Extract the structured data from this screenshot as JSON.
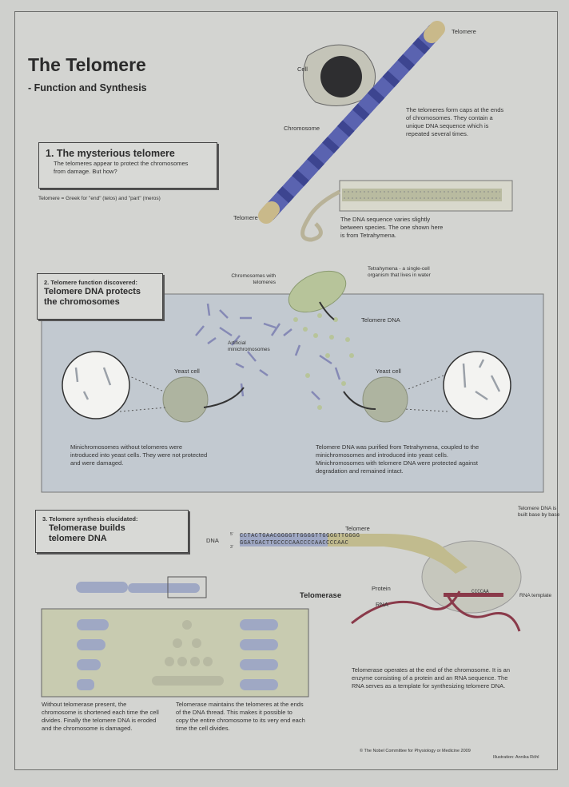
{
  "title": "The Telomere",
  "subtitle": "- Function and Synthesis",
  "section1": {
    "heading": "1. The mysterious telomere",
    "body": "The telomeres appear to protect the chromosomes from damage. But how?",
    "etymology": "Telomere = Greek for \"end\" (telos) and \"part\" (meros)",
    "labels": {
      "telomere_top": "Telomere",
      "cell": "Cell",
      "chromosome": "Chromosome",
      "telomere_bottom": "Telomere"
    },
    "caps_text": "The telomeres form caps at the ends of chromosomes. They contain a unique DNA sequence which is repeated several times.",
    "sequence_text": "The DNA sequence varies slightly between species. The one shown here is from Tetrahymena."
  },
  "section2": {
    "kicker": "2. Telomere function discovered:",
    "heading": "Telomere DNA protects the chromosomes",
    "labels": {
      "chromosomes_with_telomeres": "Chromosomes with telomeres",
      "tetrahymena": "Tetrahymena - a single-cell organism that lives in water",
      "telomere_dna": "Telomere DNA",
      "artificial": "Artificial minichromosomes",
      "yeast_left": "Yeast cell",
      "yeast_right": "Yeast cell"
    },
    "left_text": "Minichromosomes without telomeres were introduced into yeast cells. They were not protected and were damaged.",
    "right_text": "Telomere DNA was purified from Tetrahymena, coupled to the minichromosomes and introduced into yeast cells. Minichromosomes with telomere DNA were protected against degradation and remained intact."
  },
  "section3": {
    "kicker": "3. Telomere synthesis elucidated:",
    "heading": "Telomerase builds telomere DNA",
    "labels": {
      "dna": "DNA",
      "telomere": "Telomere",
      "telomerase": "Telomerase",
      "protein": "Protein",
      "rna": "RNA",
      "built": "Telomere DNA is built base by base",
      "rna_template": "RNA template",
      "strand_top": "5'",
      "strand_bottom": "3'"
    },
    "seq_top": "CCTACTGAACGGGGTTGGGGTTGGGGTTGGGG",
    "seq_bottom": "GGATGACTTGCCCCAACCCCAACCCCAAC",
    "template": "CCCCAA",
    "left_text": "Without telomerase present, the chromosome is shortened each time the cell divides. Finally the telomere DNA is eroded and the chromosome is damaged.",
    "middle_text": "Telomerase maintains the telomeres at the ends of the DNA thread. This makes it possible to copy the entire chromosome to its very end each time the cell divides.",
    "right_text": "Telomerase operates at the end of the chromosome. It is an enzyme consisting of a protein and an RNA sequence. The RNA serves as a template for synthesizing telomere DNA."
  },
  "credits": {
    "line1": "© The Nobel Committee for Physiology or Medicine 2009",
    "line2": "Illustration: Annika Röhl"
  },
  "colors": {
    "chromosome": "#5a63b0",
    "telomere": "#c9b98a",
    "panel2": "#c2c9d0",
    "panel3": "#c8cbb0",
    "rna": "#8a3a4a"
  }
}
